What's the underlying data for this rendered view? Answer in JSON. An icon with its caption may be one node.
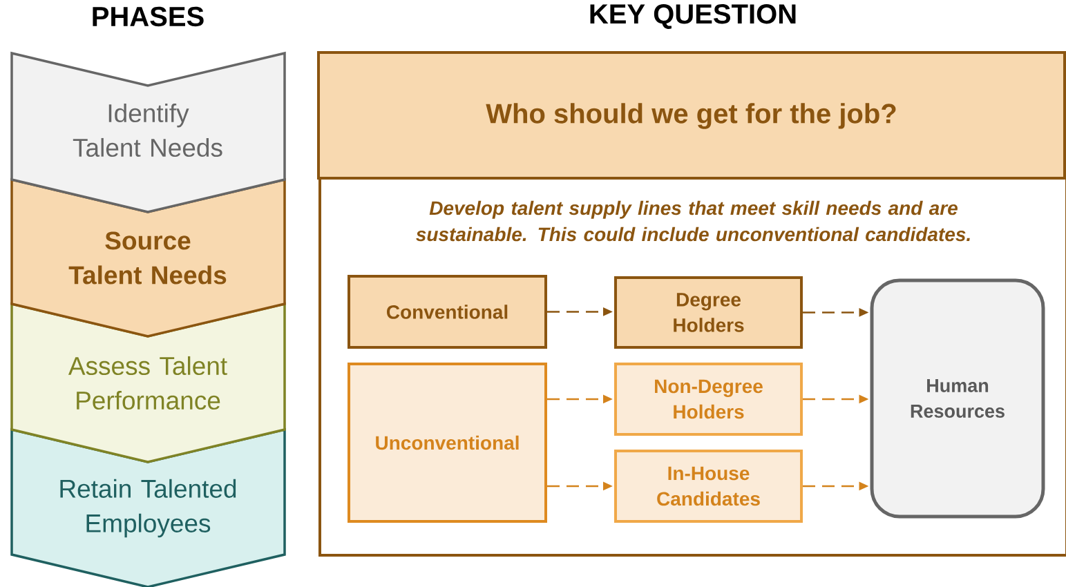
{
  "diagram": {
    "nodes": [
      {
        "text": [
          "Identify Talent Needs"
        ]
      },
      {
        "text": [
          "Source Talent Needs"
        ]
      },
      {
        "text": [
          "Assess Talent Performance"
        ]
      },
      {
        "text": [
          "Retain Talented Employees"
        ]
      },
      {
        "text": [
          "Who should we get for the job?",
          "Develop talent supply lines that meet skill needs and are sustainable. This could include unconventional candidates."
        ]
      },
      {
        "text": [
          "Conventional"
        ],
        "in": 4
      },
      {
        "text": [
          "Degree Holders"
        ],
        "in": 4
      },
      {
        "text": [
          "Unconventional"
        ],
        "in": 4
      },
      {
        "text": [
          "Non-Degree Holders"
        ],
        "in": 4
      },
      {
        "text": [
          "In-House Candidates"
        ],
        "in": 4
      },
      {
        "text": [
          "Human Resources"
        ],
        "in": 4
      }
    ],
    "edges": [
      {
        "from": 5,
        "to": 6,
        "arrow": "to",
        "style": "dashed",
        "color": "#8b5510"
      },
      {
        "from": 6,
        "to": 10,
        "arrow": "to",
        "style": "dashed",
        "color": "#8b5510"
      },
      {
        "from": 7,
        "to": 8,
        "arrow": "to",
        "style": "dashed"
      },
      {
        "from": 7,
        "to": 9,
        "arrow": "to",
        "style": "dashed"
      },
      {
        "from": 8,
        "to": 10,
        "arrow": "to",
        "style": "dashed"
      },
      {
        "from": 9,
        "to": 10,
        "arrow": "to",
        "style": "dashed"
      }
    ],
    "labels": [
      "PHASES",
      "KEY QUESTION"
    ]
  }
}
